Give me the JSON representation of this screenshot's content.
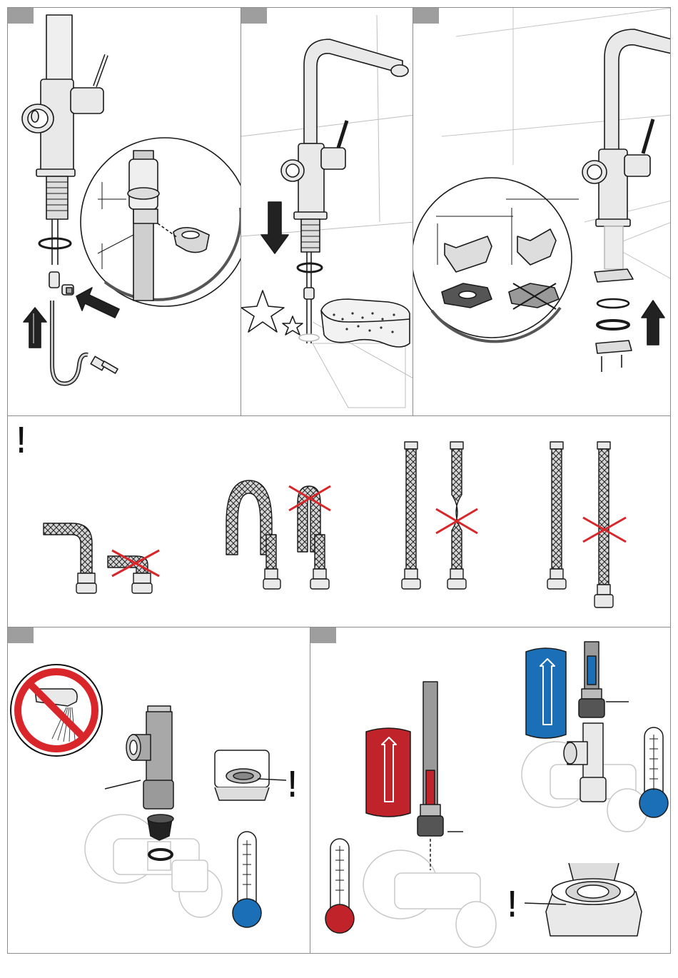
{
  "document": {
    "type": "installation-instructions",
    "colors": {
      "frame": "#8c8c8c",
      "step_tab": "#9e9e9e",
      "line": "#1a1a1a",
      "hose_fill": "#d6d6d6",
      "faucet_fill": "#e9e9e9",
      "ghost": "#c8c8c8",
      "hot": "#c0242a",
      "cold": "#1b6fb6",
      "forbidden": "#d8262b"
    },
    "warning_glyph": "!",
    "panels": [
      {
        "id": "step-1",
        "icons": [
          "faucet-icon",
          "hose-icon",
          "clip-icon",
          "arrow-up-icon",
          "arrow-in-icon",
          "magnifier-icon"
        ]
      },
      {
        "id": "step-2",
        "icons": [
          "faucet-icon",
          "arrow-down-icon",
          "star-icon",
          "sponge-icon"
        ]
      },
      {
        "id": "step-3",
        "icons": [
          "faucet-icon",
          "arrow-up-icon",
          "washer-icon",
          "magnifier-icon"
        ]
      },
      {
        "id": "hose-handling",
        "icons": [
          "warning-icon",
          "hose-bend-icon",
          "hose-loop-icon",
          "hose-twist-icon",
          "hose-stretch-icon",
          "cross-icon"
        ]
      },
      {
        "id": "step-4",
        "icons": [
          "no-flush-icon",
          "tee-valve-icon",
          "filter-icon",
          "warning-icon",
          "thermometer-cold-icon"
        ]
      },
      {
        "id": "step-5",
        "icons": [
          "hot-hose-icon",
          "cold-hose-icon",
          "thermometer-hot-icon",
          "thermometer-cold-icon",
          "nut-icon",
          "warning-icon"
        ]
      }
    ]
  }
}
